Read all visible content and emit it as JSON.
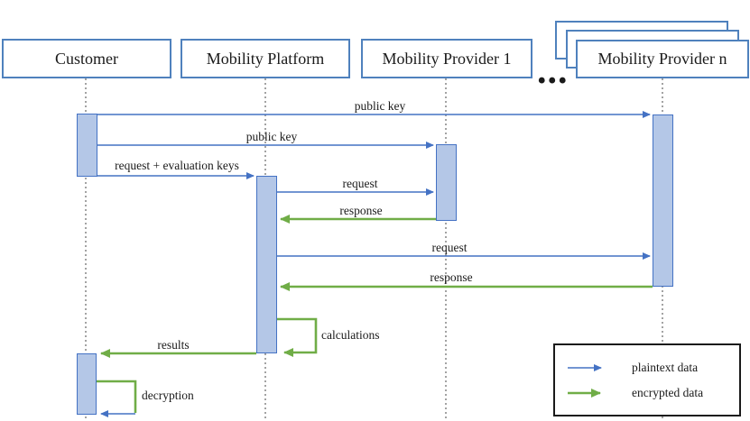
{
  "diagram": {
    "actors": [
      {
        "id": "customer",
        "label": "Customer"
      },
      {
        "id": "mobility-platform",
        "label": "Mobility Platform"
      },
      {
        "id": "mobility-provider-1",
        "label": "Mobility Provider 1"
      },
      {
        "id": "mobility-provider-n",
        "label": "Mobility Provider n"
      }
    ],
    "ellipsis": "...",
    "messages": {
      "public_key_to_n": "public key",
      "public_key_to_1": "public key",
      "request_evaluation_keys": "request + evaluation keys",
      "request_to_1": "request",
      "response_from_1": "response",
      "request_to_n": "request",
      "response_from_n": "response",
      "calculations": "calculations",
      "results": "results",
      "decryption": "decryption"
    },
    "legend": {
      "plaintext_label": "plaintext data",
      "encrypted_label": "encrypted data"
    },
    "colors": {
      "plaintext": "#4472c4",
      "encrypted": "#70ad47",
      "activation-fill": "#b4c7e7",
      "activation-border": "#4472c4",
      "box-border": "#4f81bd",
      "lifeline": "#a3a3a3"
    }
  }
}
